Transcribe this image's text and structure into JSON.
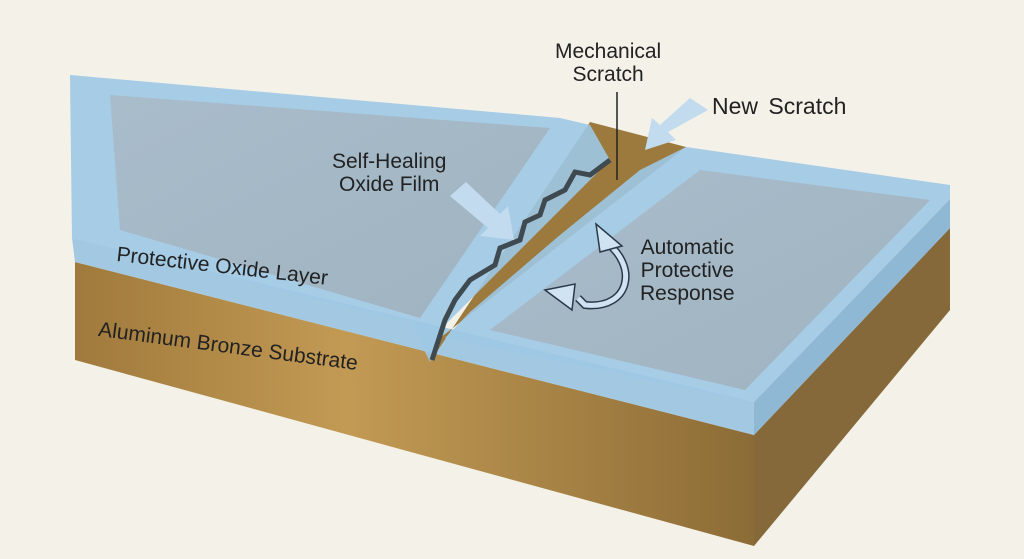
{
  "labels": {
    "mechanical_scratch": [
      "Mechanical",
      "Scratch"
    ],
    "new_scratch": "New Scratch",
    "self_healing": [
      "Self-Healing",
      "Oxide Film"
    ],
    "automatic_response": [
      "Automatic",
      "Protective",
      "Response"
    ],
    "oxide_layer": "Protective Oxide Layer",
    "substrate": "Aluminum Bronze Substrate"
  },
  "colors": {
    "background": "#f3f1e8",
    "oxide": "#9cc3e0",
    "bronze": "#b08a48"
  }
}
